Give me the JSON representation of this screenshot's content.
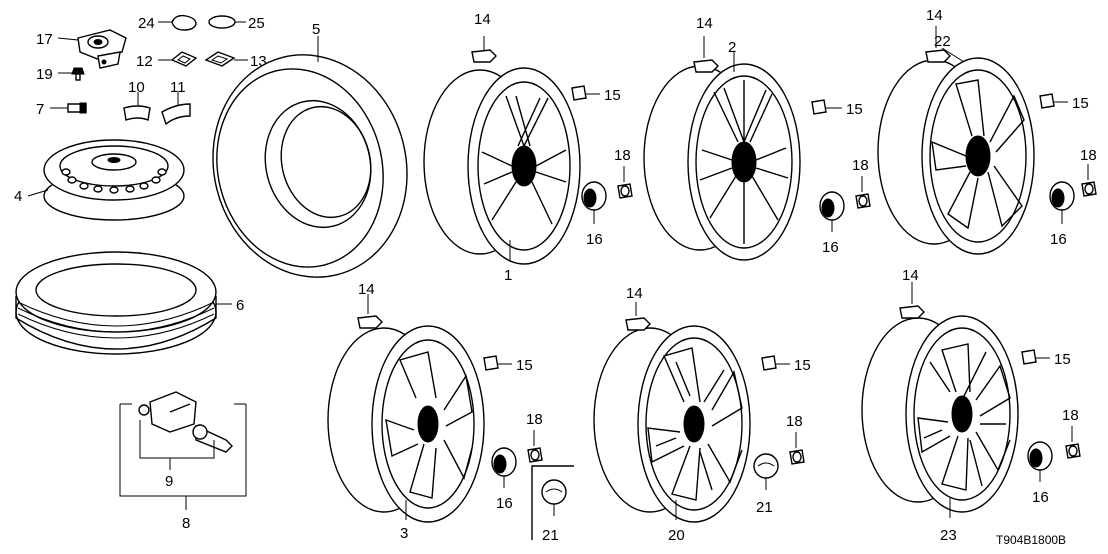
{
  "diagram_code": "T904B1800B",
  "callouts": {
    "c1": "1",
    "c2": "2",
    "c3": "3",
    "c4": "4",
    "c5": "5",
    "c6": "6",
    "c7": "7",
    "c8": "8",
    "c9": "9",
    "c10": "10",
    "c11": "11",
    "c12": "12",
    "c13": "13",
    "c14": "14",
    "c15": "15",
    "c16": "16",
    "c17": "17",
    "c18": "18",
    "c19": "19",
    "c20": "20",
    "c21": "21",
    "c22": "22",
    "c23": "23",
    "c24": "24",
    "c25": "25"
  }
}
